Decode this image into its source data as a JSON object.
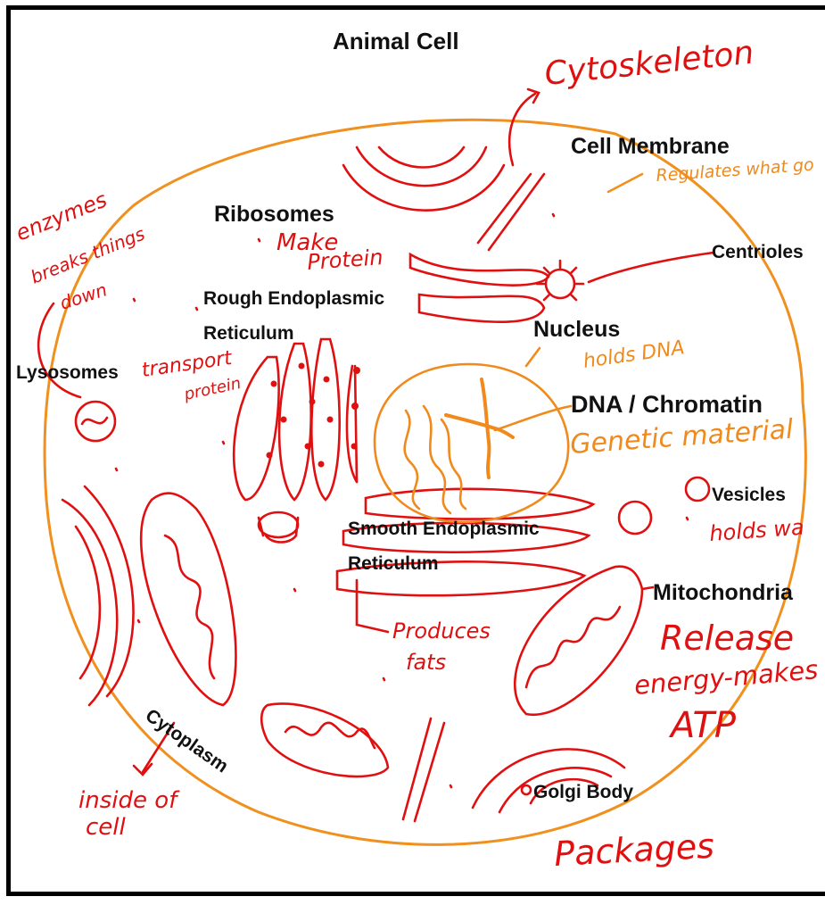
{
  "title": "Animal Cell",
  "colors": {
    "frame": "#000000",
    "membrane": "#f0901e",
    "ink_red": "#e01010",
    "ink_orange": "#f08a1c",
    "label_text": "#111111"
  },
  "labels": {
    "cell_membrane": "Cell Membrane",
    "ribosomes": "Ribosomes",
    "centrioles": "Centrioles",
    "rough_er_line1": "Rough Endoplasmic",
    "rough_er_line2": "Reticulum",
    "nucleus": "Nucleus",
    "lysosomes": "Lysosomes",
    "dna": "DNA / Chromatin",
    "vesicles": "Vesicles",
    "smooth_er_line1": "Smooth Endoplasmic",
    "smooth_er_line2": "Reticulum",
    "mitochondria": "Mitochondria",
    "cytoplasm": "Cytoplasm",
    "golgi": "Golgi Body"
  },
  "handwritten": {
    "cytoskeleton": "Cytoskeleton",
    "membrane_note": "Regulates what go",
    "ribosomes_note_1": "Make",
    "ribosomes_note_2": "Protein",
    "lysosomes_note_1": "enzymes",
    "lysosomes_note_2": "breaks things",
    "lysosomes_note_3": "down",
    "rough_er_note_1": "transport",
    "rough_er_note_2": "protein",
    "nucleus_note": "holds DNA",
    "dna_note": "Genetic material",
    "vesicles_note": "holds wa",
    "smooth_er_note_1": "Produces",
    "smooth_er_note_2": "fats",
    "mito_note_1": "Release",
    "mito_note_2": "energy-makes",
    "mito_note_3": "ATP",
    "cytoplasm_note_1": "inside of",
    "cytoplasm_note_2": "cell",
    "golgi_note": "Packages"
  }
}
